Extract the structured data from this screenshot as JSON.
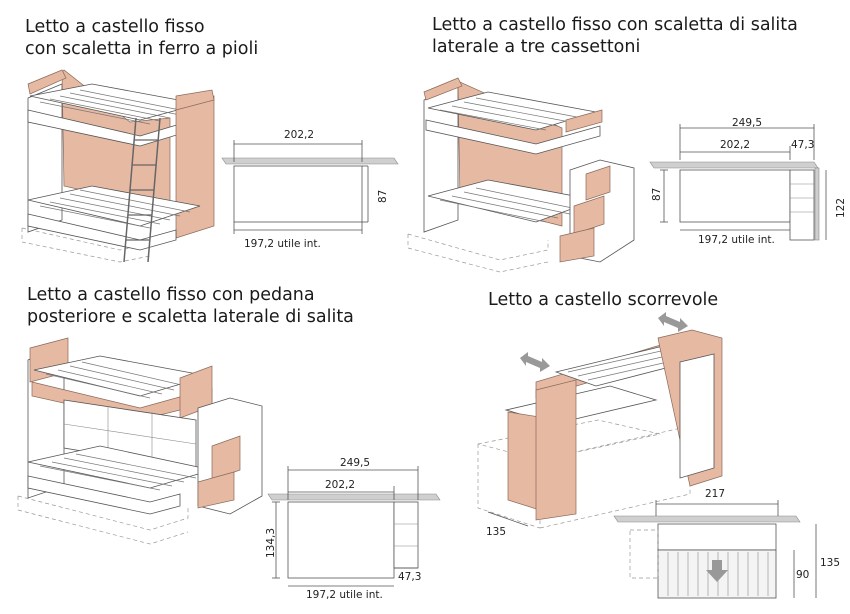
{
  "titles": {
    "fixed_iron_ladder": [
      "Letto a castello fisso",
      "con scaletta in ferro a pioli"
    ],
    "fixed_side_steps": [
      "Letto a castello fisso con scaletta di salita",
      "laterale a tre cassettoni"
    ],
    "fixed_platform": [
      "Letto a castello fisso con pedana",
      "posteriore e scaletta laterale di salita"
    ],
    "sliding": [
      "Letto a castello scorrevole"
    ]
  },
  "dims": {
    "d1_width": "202,2",
    "d1_height": "87",
    "d1_inner": "197,2 utile int.",
    "d2_total": "249,5",
    "d2_width": "202,2",
    "d2_step": "47,3",
    "d2_height": "87",
    "d2_step_height": "122",
    "d2_inner": "197,2 utile int.",
    "d3_total": "249,5",
    "d3_width": "202,2",
    "d3_height": "134,3",
    "d3_step": "47,3",
    "d3_inner": "197,2 utile int.",
    "d4_width": "217",
    "d4_depth": "135",
    "d4_low": "90",
    "d4_high": "135"
  },
  "colors": {
    "accent_panel": "#e6b9a3",
    "wall": "#cfcfcf"
  }
}
